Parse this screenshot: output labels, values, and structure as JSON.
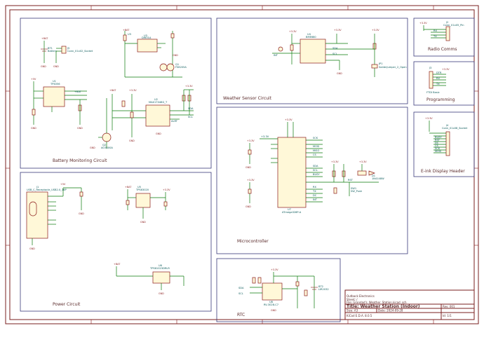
{
  "sheets": {
    "battery": "Battery Monitoring Circuit",
    "weather": "Weather Sensor Circuit",
    "power": "Power Circuit",
    "micro": "Microcontroller",
    "rtc": "RTC",
    "radio": "Radio Comms",
    "prog": "Programming",
    "eink": "E-ink Display Header"
  },
  "components": {
    "bt1": "BT1",
    "bt1_val": "Battery",
    "j5": "J5",
    "j5_val": "Conn_01x02_Socket",
    "u1": "U1",
    "u1_val": "TP4056",
    "u3": "U3",
    "u3_val": "DW01A",
    "q1": "Q1",
    "q1_val": "FS8205A",
    "u2": "U2",
    "u2_val": "MAX17048G_T",
    "q2": "Q2",
    "q2_val": "AO3400A",
    "u4": "U4",
    "u4_val": "BME680",
    "j1": "J1",
    "j1_val": "USB_C_Receptacle_USB2.0_16P",
    "u5": "U5",
    "u5_val": "TPS63020",
    "u6": "U6",
    "u6_val": "TPS61023DRLR",
    "u7": "U7",
    "u7_val": "ATmega328P-A",
    "u8": "U8",
    "u8_val": "RV-3028-C7",
    "j2": "J2",
    "j2_val": "Conn_01x05_Pin",
    "j3": "J3",
    "j3_val": "FTDI Basic",
    "j4": "J4",
    "j4_val": "Conn_01x08_Socket",
    "sw1": "SW1",
    "sw1_val": "SW_Push",
    "d1": "D1",
    "d1_val": "1N4148W",
    "bt2": "BT2",
    "bt2_val": "LIR2032",
    "jp1": "JP1",
    "jp1_val": "Solderjumper_2_Open"
  },
  "nets": {
    "v33": "+3.3V",
    "v5": "+5V",
    "gnd": "GND",
    "vbat": "+BAT",
    "sda": "SDA",
    "scl": "SCL",
    "mosi": "MOSI",
    "miso": "MISO",
    "sck": "SCK",
    "rst": "RST",
    "dtr": "DTR",
    "rx": "RX",
    "tx": "TX",
    "busy": "BUSY",
    "cs": "CS",
    "dc": "DC",
    "int": "INT",
    "alert": "ALRT"
  },
  "title_block": {
    "company": "Outback Electronics",
    "sheet": "Sheet: /",
    "file": "File: Grandad's_Weather_Station.kicad_sch",
    "title": "Title: Weather Station (Indoor)",
    "size": "Size: A3",
    "date": "Date: 2024-09-28",
    "rev": "Rev: 001",
    "tool": "KiCad E.D.A. 8.0.5",
    "id": "Id: 1/1"
  }
}
